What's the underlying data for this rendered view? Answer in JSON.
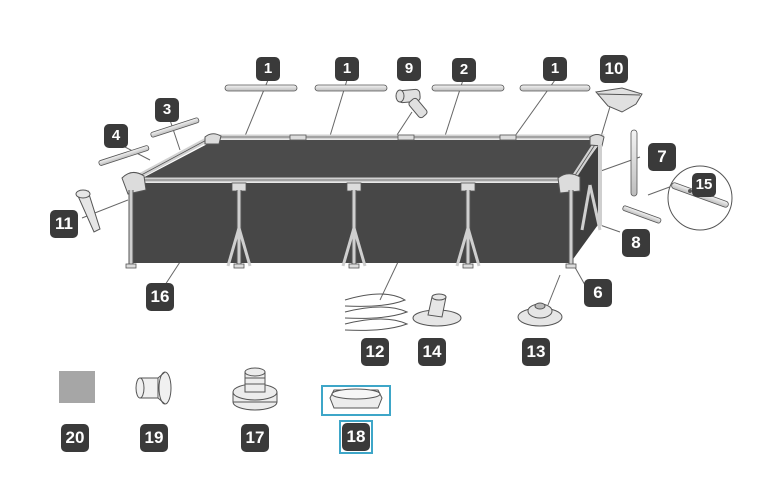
{
  "parts": {
    "p1a": "1",
    "p1b": "1",
    "p1c": "1",
    "p2": "2",
    "p3": "3",
    "p4": "4",
    "p6": "6",
    "p7": "7",
    "p8": "8",
    "p9": "9",
    "p10": "10",
    "p11": "11",
    "p12": "12",
    "p13": "13",
    "p14": "14",
    "p15": "15",
    "p16": "16",
    "p17": "17",
    "p18": "18",
    "p19": "19",
    "p20": "20"
  },
  "colors": {
    "wall": "#474747",
    "frame": "#cfcfcf",
    "outline": "#4a4a4a",
    "highlight": "#3ea6c8",
    "patch": "#a6a6a6"
  }
}
